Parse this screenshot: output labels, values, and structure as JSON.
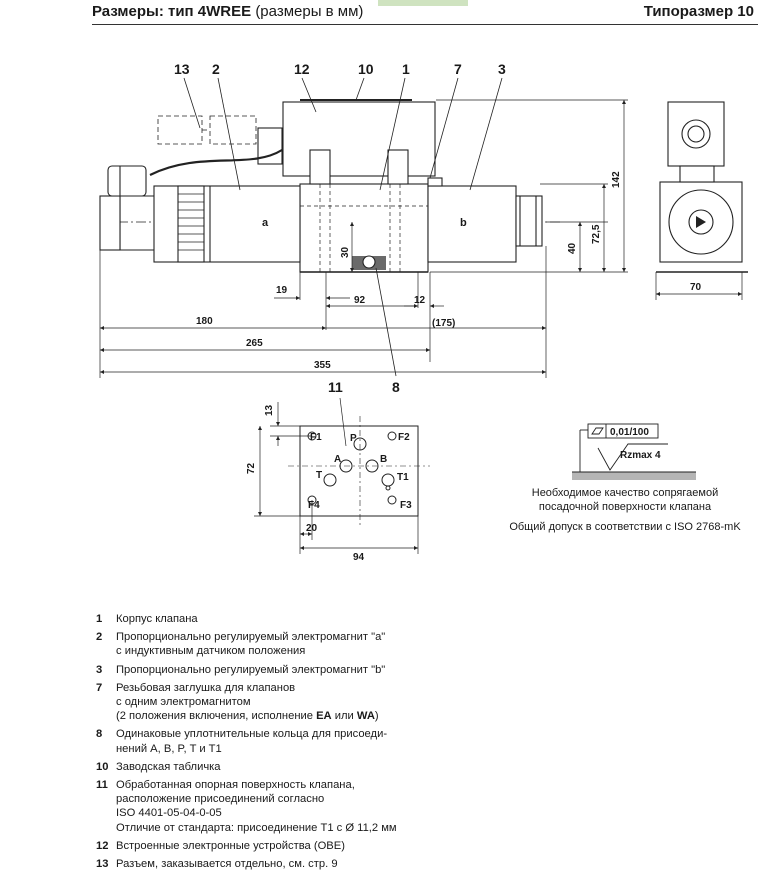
{
  "header": {
    "title_bold": "Размеры: тип 4WREE",
    "title_normal": "(размеры в мм)",
    "size_label": "Типоразмер 10"
  },
  "callouts": {
    "c13": "13",
    "c2": "2",
    "c12": "12",
    "c10": "10",
    "c1": "1",
    "c7": "7",
    "c3": "3",
    "c11": "11",
    "c8": "8"
  },
  "solenoid_labels": {
    "a": "a",
    "b": "b"
  },
  "dimensions": {
    "d19": "19",
    "d92": "92",
    "d12": "12",
    "d175": "(175)",
    "d180": "180",
    "d265": "265",
    "d355": "355",
    "d30": "30",
    "d40": "40",
    "d725": "72,5",
    "d142": "142",
    "d70": "70",
    "d13": "13",
    "d72": "72",
    "d20": "20",
    "d94": "94"
  },
  "ports": {
    "F1": "F1",
    "F2": "F2",
    "F3": "F3",
    "F4": "F4",
    "P": "P",
    "A": "A",
    "B": "B",
    "T": "T",
    "T1": "T1"
  },
  "surface": {
    "flatness": "0,01/100",
    "roughness": "Rzmax  4",
    "note_line1": "Необходимое качество сопрягаемой",
    "note_line2": "посадочной поверхности клапана",
    "tolerance": "Общий допуск в соответствии с ISO 2768-mK"
  },
  "legend": [
    {
      "num": "1",
      "text": "Корпус клапана"
    },
    {
      "num": "2",
      "text": "Пропорционально регулируемый электромагнит \"a\"\nс индуктивным датчиком положения"
    },
    {
      "num": "3",
      "text": "Пропорционально регулируемый электромагнит \"b\""
    },
    {
      "num": "7",
      "text": "Резьбовая заглушка для клапанов\nс одним электромагнитом\n(2 положения включения, исполнение ",
      "bold1": "EA",
      "mid": " или ",
      "bold2": "WA",
      "end": ")"
    },
    {
      "num": "8",
      "text": "Одинаковые уплотнительные кольца для присоеди-\nнений A, B, P, T и T1"
    },
    {
      "num": "10",
      "text": "Заводская табличка"
    },
    {
      "num": "11",
      "text": "Обработанная опорная поверхность клапана,\nрасположение присоединений согласно\nISO 4401-05-04-0-05\nОтличие от стандарта: присоединение T1 с Ø 11,2 мм"
    },
    {
      "num": "12",
      "text": "Встроенные электронные устройства (OBE)"
    },
    {
      "num": "13",
      "text": "Разъем, заказывается отдельно, см. стр. 9"
    }
  ],
  "colors": {
    "ink": "#1a1a1a",
    "line": "#333333",
    "fill": "#ffffff",
    "surface_grey": "#b5b5b5"
  }
}
